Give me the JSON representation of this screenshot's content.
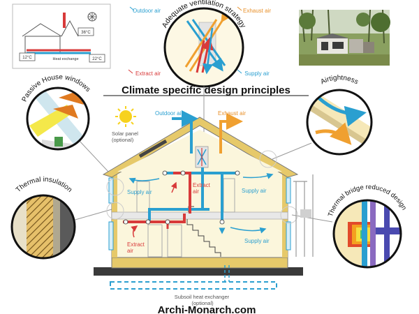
{
  "title": "Climate specific design principles",
  "watermark": "Archi-Monarch.com",
  "ventilation": {
    "title": "Adequate ventilation strategy",
    "outdoor_air": "Outdoor air",
    "exhaust_air": "Exhaust air",
    "extract_air": "Extract air",
    "supply_air": "Supply air"
  },
  "heat_exchange_sketch": {
    "temp_outside": "12°C",
    "temp_attic": "36°C",
    "temp_inside": "22°C",
    "label": "Heat exchange"
  },
  "callouts": {
    "windows": "Passive House windows",
    "airtightness": "Airtightness",
    "insulation": "Thermal insulation",
    "thermal_bridge": "Thermal bridge reduced design"
  },
  "house": {
    "solar_panel": "Solar panel\n(optional)",
    "outdoor_air": "Outdoor air",
    "exhaust_air": "Exhaust air",
    "extract_air_upper": "Extract\nair",
    "extract_air_lower": "Extract\nair",
    "supply_air_left": "Supply air",
    "supply_air_right_upper": "Supply air",
    "supply_air_right_lower": "Supply air",
    "subsoil": "Subsoil heat exchanger\n(optional)"
  },
  "colors": {
    "supply": "#2a9fd0",
    "extract": "#d83a3a",
    "exhaust": "#f0a030",
    "house_fill": "#fbf6dc",
    "roof": "#e6c96a",
    "text_blue": "#2a9fd0",
    "text_red": "#d83a3a",
    "text_orange": "#e8902a"
  }
}
